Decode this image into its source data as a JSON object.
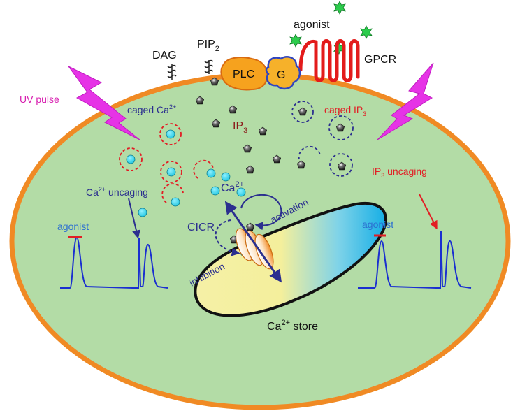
{
  "labels": {
    "agonist_top": "agonist",
    "gpcr": "GPCR",
    "dag": "DAG",
    "pip_main": "PIP",
    "pip_sub": "2",
    "plc": "PLC",
    "g_protein": "G",
    "uv_pulse": "UV pulse",
    "caged_ca_main": "caged Ca",
    "caged_ca_sup": "2+",
    "caged_ip3_main": "caged IP",
    "caged_ip3_sub": "3",
    "ip3_main": "IP",
    "ip3_sub": "3",
    "ca_uncaging_main": "Ca",
    "ca_uncaging_sup": "2+",
    "ca_uncaging_rest": " uncaging",
    "ca_main": "Ca",
    "ca_sup": "2+",
    "ip3_uncaging_main": "IP",
    "ip3_uncaging_sub": "3",
    "ip3_uncaging_rest": " uncaging",
    "cicr": "CICR",
    "activation": "activation",
    "inhibition": "inhibition",
    "agonist_left": "agonist",
    "agonist_right": "agonist",
    "store_main": "Ca",
    "store_sup": "2+",
    "store_rest": " store"
  },
  "colors": {
    "cell_fill": "#b3dca6",
    "cell_border": "#f08a24",
    "uv_bolt": "#e633e6",
    "uv_text": "#d81fb0",
    "dark_blue": "#2b2f8f",
    "trace_blue": "#1a2fd0",
    "red": "#e21d24",
    "cyan": "#31d2e8",
    "plc_fill": "#f6a21e",
    "g_fill": "#f6b12a",
    "g_border": "#3045c0",
    "gpcr_red": "#e31b1b",
    "agonist_green": "#2ccc4c",
    "store_yellow": "#f7f2a8",
    "store_blue": "#19b0e6"
  }
}
